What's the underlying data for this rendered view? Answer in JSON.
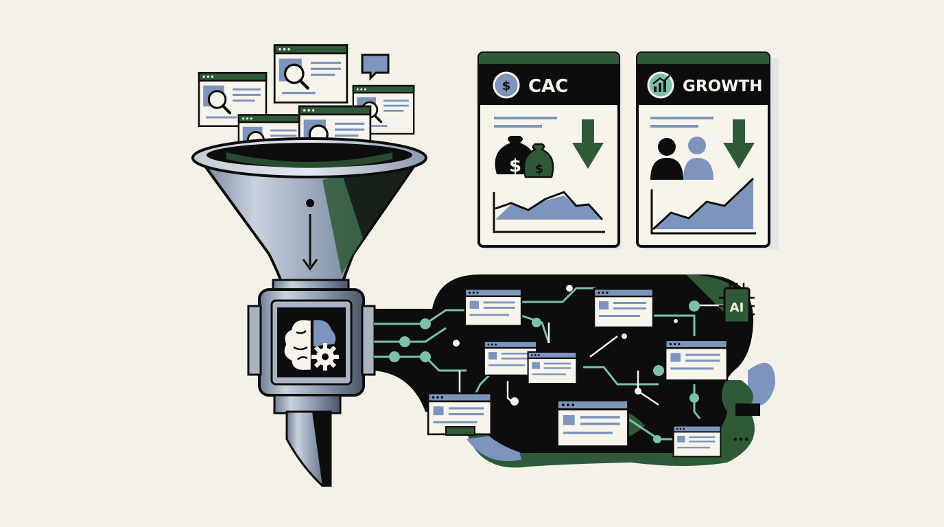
{
  "palette": {
    "background": "#f4f1e8",
    "ink": "#0d0d0d",
    "slate_blue": "#7d95bd",
    "forest_green": "#2f5a37",
    "mint_node": "#7ac2ad",
    "steel": "#a9b3c1",
    "paper": "#f7f4ec"
  },
  "icons": {
    "search": "magnifier-icon",
    "chat": "chat-bubble-icon",
    "money": "money-bag-icon",
    "growth": "growth-chart-icon",
    "down": "down-arrow-icon",
    "users": "users-icon",
    "brain": "brain-gear-icon",
    "chip": "ai-chip-icon"
  },
  "metric_cards": [
    {
      "id": "cac",
      "title": "CAC",
      "trend": "down"
    },
    {
      "id": "growth",
      "title": "GROWTH",
      "trend": "down"
    }
  ],
  "chip": {
    "label": "AI"
  },
  "badge": {
    "symbol": "$"
  },
  "ellipsis": "..."
}
